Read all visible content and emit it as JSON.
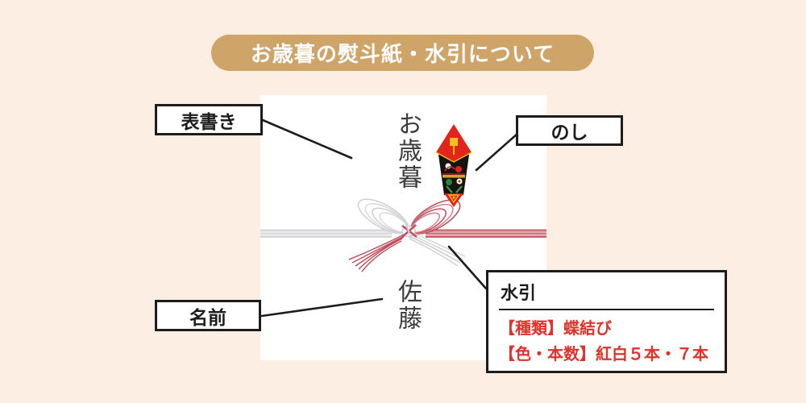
{
  "page": {
    "background": "#fdeee3"
  },
  "header": {
    "title": "お歳暮の熨斗紙・水引について",
    "badge_bg": "#cfa468",
    "badge_text_color": "#ffffff"
  },
  "card": {
    "front_writing": "お歳暮",
    "giver_name": "佐藤"
  },
  "callouts": {
    "front_writing_label": "表書き",
    "noshi_label": "のし",
    "name_label": "名前"
  },
  "mizuhiki_info": {
    "title": "水引",
    "type_line": "【種類】蝶結び",
    "color_count_line": "【色・本数】紅白５本・７本",
    "text_color": "#e0312a"
  },
  "colors": {
    "mizuhiki_red": "#c25060",
    "mizuhiki_silver": "#d2d2d5",
    "noshi_red": "#e1251b",
    "noshi_gold": "#d3a42f",
    "connector_line": "#1c1c1c"
  }
}
